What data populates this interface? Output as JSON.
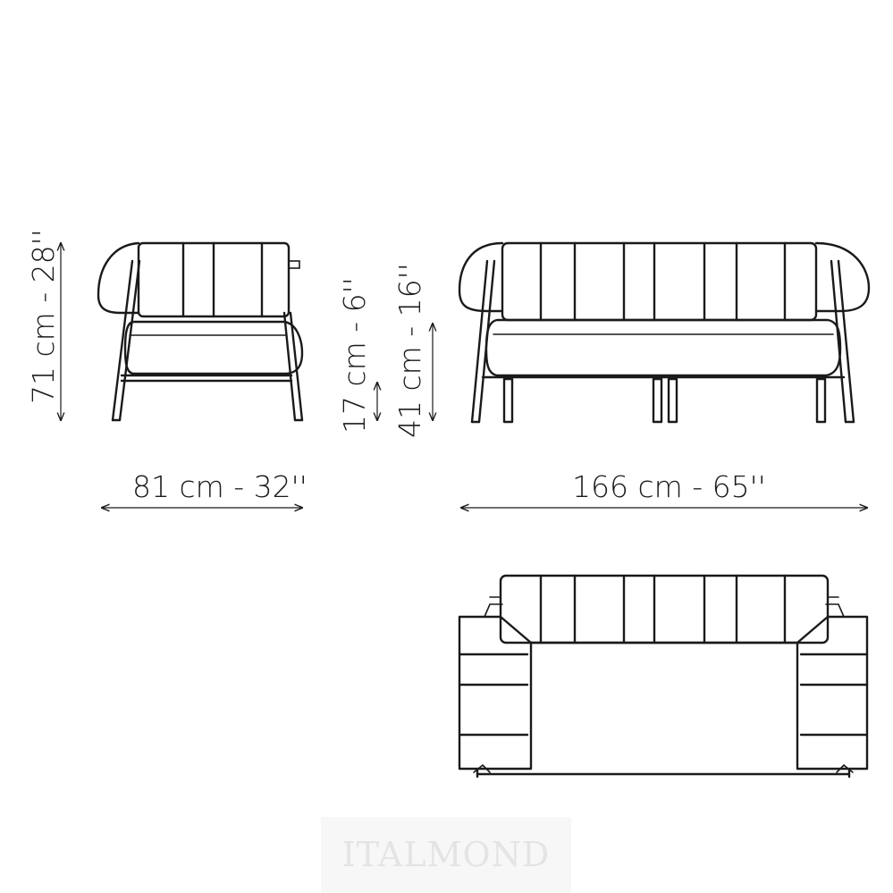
{
  "dimensions": {
    "height_total": "71 cm - 28''",
    "arm_height": "17 cm - 6''",
    "seat_height": "41 cm - 16''",
    "depth": "81 cm - 32''",
    "width": "166 cm - 65''"
  },
  "watermark": "ITALMOND",
  "colors": {
    "stroke": "#1a1a1a",
    "background": "#ffffff",
    "watermark": "#e4e4e4"
  }
}
